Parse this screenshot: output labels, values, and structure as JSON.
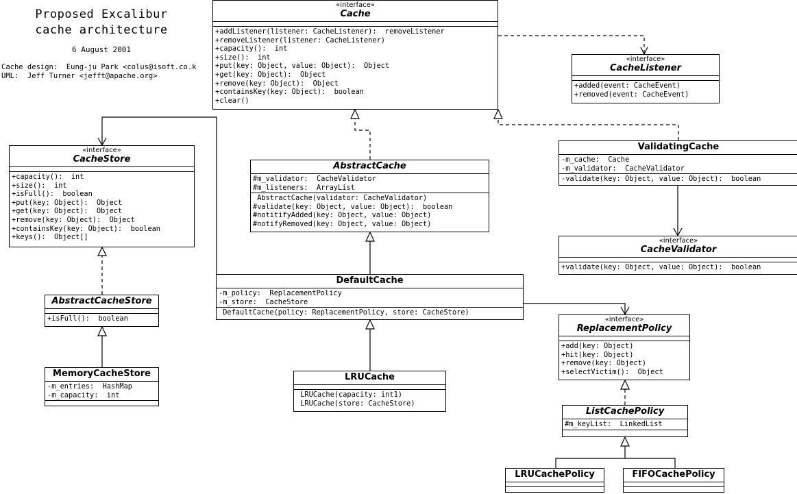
{
  "header": {
    "title_line1": "Proposed Excalibur",
    "title_line2": "cache architecture",
    "date": "6 August 2001",
    "credit1": "Cache design:  Eung-ju Park <colus@isoft.co.k",
    "credit2": "UML:  Jeff Turner <jefft@apache.org>"
  },
  "classes": {
    "cache": {
      "stereotype": "«interface»",
      "name": "Cache",
      "operations": [
        "+addListener(listener: CacheListener):  removeListener",
        "+removeListener(listener: CacheListener)",
        "+capacity():  int",
        "+size():  int",
        "+put(key: Object, value: Object):  Object",
        "+get(key: Object):  Object",
        "+remove(key: Object):  Object",
        "+containsKey(key: Object):  boolean",
        "+clear()"
      ]
    },
    "cache_listener": {
      "stereotype": "«interface»",
      "name": "CacheListener",
      "operations": [
        "+added(event: CacheEvent)",
        "+removed(event: CacheEvent)"
      ]
    },
    "cache_store": {
      "stereotype": "«interface»",
      "name": "CacheStore",
      "operations": [
        "+capacity():  int",
        "+size():  int",
        "+isFull():  boolean",
        "+put(key: Object):  Object",
        "+get(key: Object):  Object",
        "+remove(key: Object):  Object",
        "+containsKey(key: Object):  boolean",
        "+keys():  Object[]"
      ]
    },
    "abstract_cache": {
      "name": "AbstractCache",
      "attributes": [
        "#m_validator:  CacheValidator",
        "#m_listeners:  ArrayList"
      ],
      "operations": [
        " AbstractCache(validator: CacheValidator)",
        "#validate(key: Object, value: Object):  boolean",
        "#notitifyAdded(key: Object, value: Object)",
        "#notifyRemoved(key: Object, value: Object)"
      ]
    },
    "validating_cache": {
      "name": "ValidatingCache",
      "attributes": [
        "-m_cache:  Cache",
        "-m_validator:  CacheValidator"
      ],
      "operations": [
        "-validate(key: Object, value: Object):  boolean"
      ]
    },
    "cache_validator": {
      "stereotype": "«interface»",
      "name": "CacheValidator",
      "operations": [
        "+validate(key: Object, value: Object):  boolean"
      ]
    },
    "abstract_cache_store": {
      "name": "AbstractCacheStore",
      "operations": [
        "+isFull():  boolean"
      ]
    },
    "memory_cache_store": {
      "name": "MemoryCacheStore",
      "attributes": [
        "-m_entries:  HashMap",
        "-m_capacity:  int"
      ]
    },
    "default_cache": {
      "name": "DefaultCache",
      "attributes": [
        "-m_policy:  ReplacementPolicy",
        "-m_store:  CacheStore"
      ],
      "operations": [
        " DefaultCache(policy: ReplacementPolicy, store: CacheStore)"
      ]
    },
    "lru_cache": {
      "name": "LRUCache",
      "operations": [
        " LRUCache(capacity: int1)",
        " LRUCache(store: CacheStore)"
      ]
    },
    "replacement_policy": {
      "stereotype": "«interface»",
      "name": "ReplacementPolicy",
      "operations": [
        "+add(key: Object)",
        "+hit(key: Object)",
        "+remove(key: Object)",
        "+selectVictim():  Object"
      ]
    },
    "list_cache_policy": {
      "name": "ListCachePolicy",
      "attributes": [
        "#m_keyList:  LinkedList"
      ]
    },
    "lru_cache_policy": {
      "name": "LRUCachePolicy"
    },
    "fifo_cache_policy": {
      "name": "FIFOCachePolicy"
    }
  }
}
